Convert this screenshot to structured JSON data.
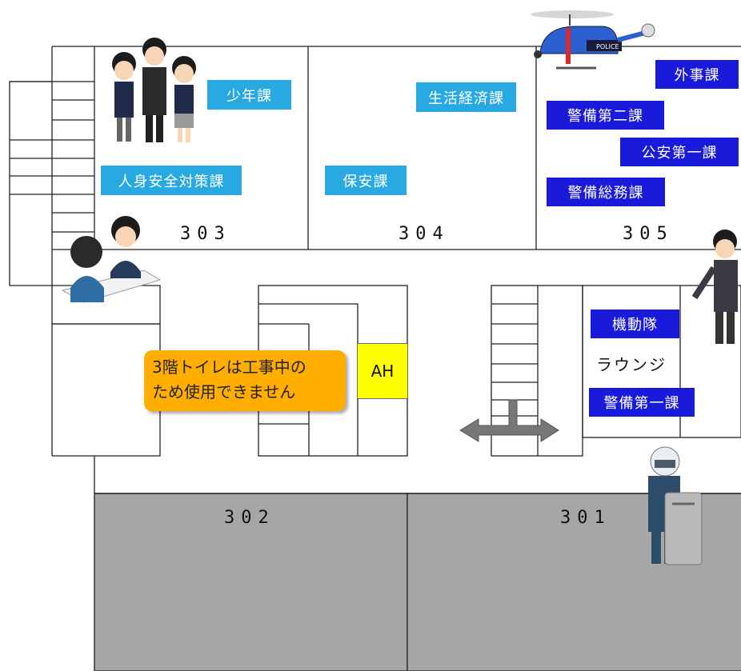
{
  "rooms": {
    "r303": "303",
    "r304": "304",
    "r305": "305",
    "r302": "302",
    "r301": "301"
  },
  "labels": {
    "shonen": "少年課",
    "seikatsu": "生活経済課",
    "jinshin": "人身安全対策課",
    "hoan": "保安課",
    "gaiji": "外事課",
    "keibi2": "警備第二課",
    "koan1": "公安第一課",
    "keibisomu": "警備総務課",
    "kidotai": "機動隊",
    "keibi1": "警備第一課"
  },
  "lounge": "ラウンジ",
  "ah": "AH",
  "notice": "3階トイレは工事中の\nため使用できません",
  "helicopter_text": "POLICE",
  "colors": {
    "cyan_label": "#29a9e1",
    "navy_label": "#1a1adb",
    "notice_bg": "#ffae00",
    "ah_bg": "#ffff00",
    "gray_rooms": "#a6a6a6"
  }
}
